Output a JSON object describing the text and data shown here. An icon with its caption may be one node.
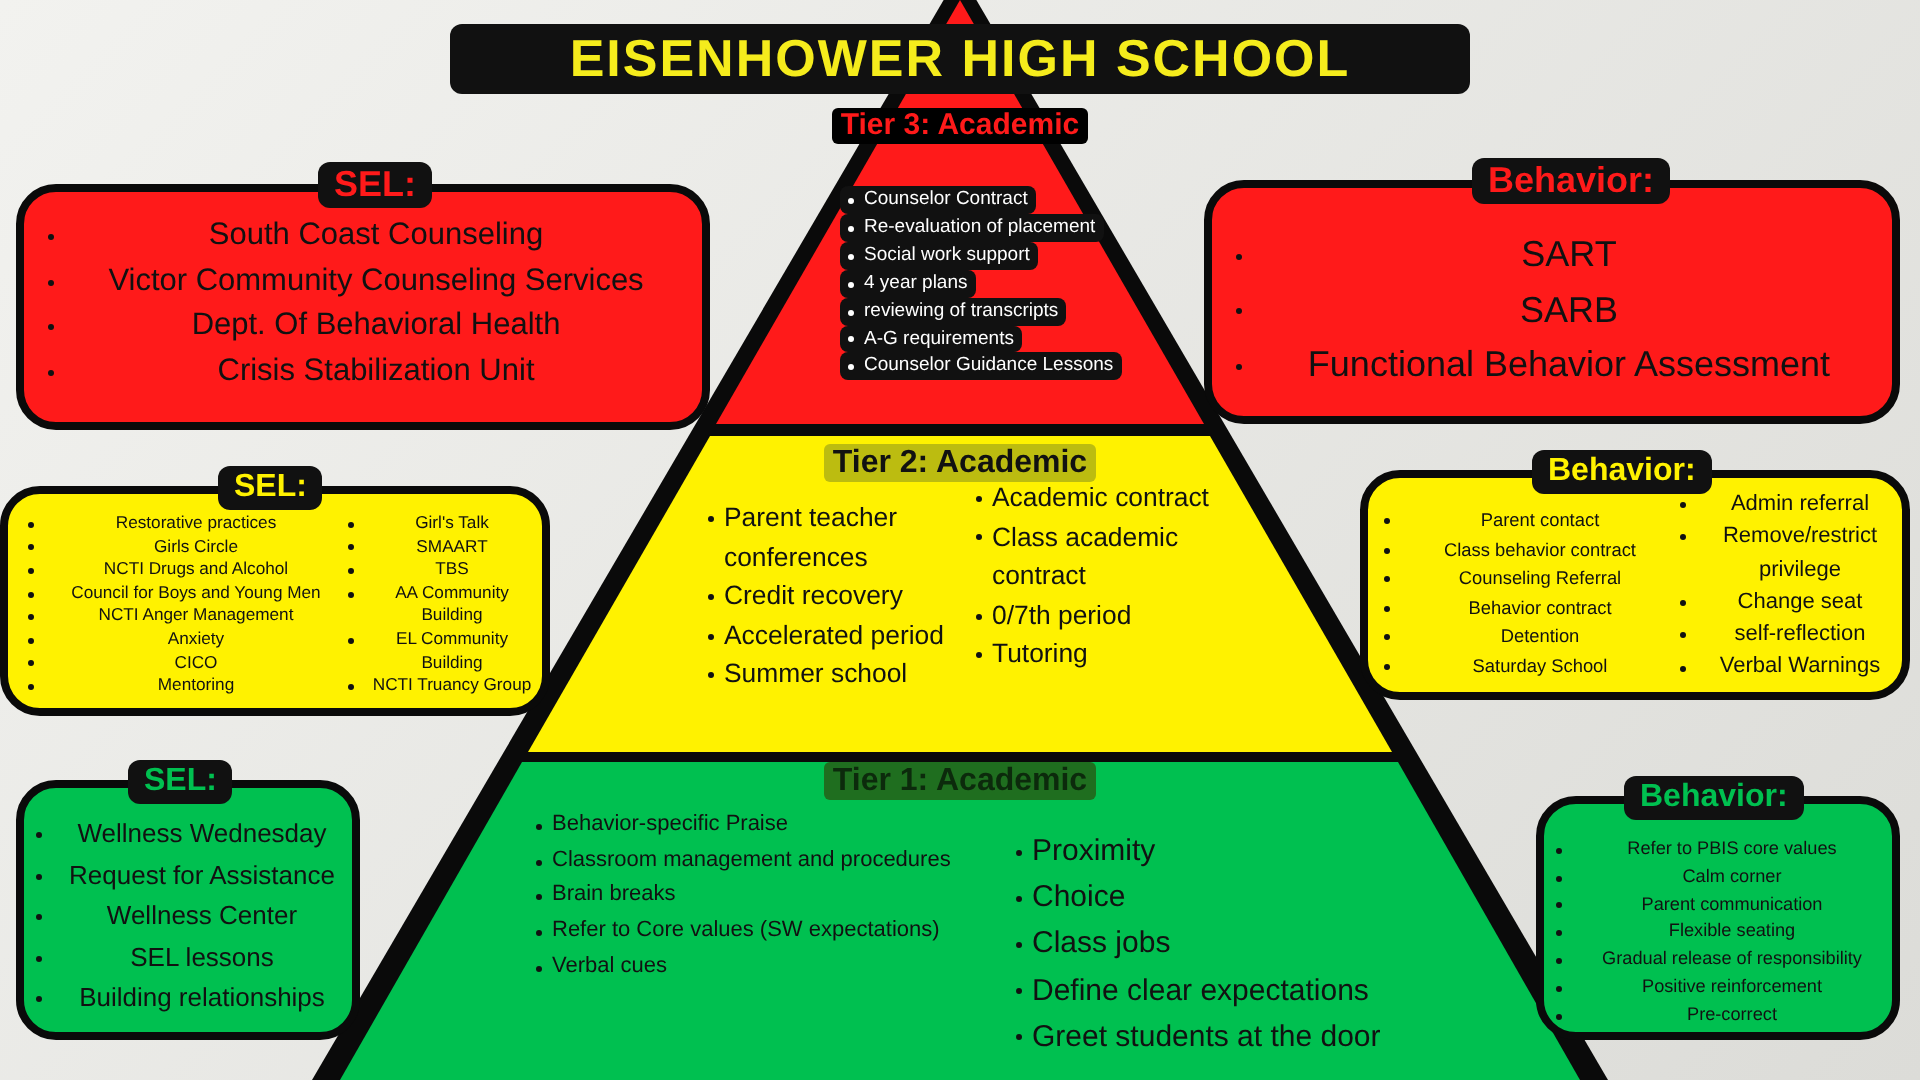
{
  "diagram": {
    "title": "EISENHOWER HIGH SCHOOL",
    "nodes": [
      {
        "text": [
          "SEL:",
          "South Coast Counseling",
          "Victor Community Counseling Services",
          "Dept. Of Behavioral Health",
          "Crisis Stabilization Unit"
        ]
      },
      {
        "text": [
          "Tier 3: Academic",
          "Counselor Contract",
          "Re-evaluation of placement",
          "Social work support",
          "4 year plans",
          "reviewing of transcripts",
          "A-G requirements",
          "Counselor Guidance Lessons"
        ]
      },
      {
        "text": [
          "Behavior:",
          "SART",
          "SARB",
          "Functional Behavior Assessment"
        ]
      },
      {
        "text": [
          "SEL:",
          "Restorative practices",
          "Girls Circle",
          "NCTI Drugs and Alcohol",
          "Council for Boys and Young Men",
          "NCTI Anger Management",
          "Anxiety",
          "CICO",
          "Mentoring",
          "Girl's Talk",
          "SMAART",
          "TBS",
          "AA Community Building",
          "EL Community Building",
          "NCTI Truancy Group"
        ]
      },
      {
        "text": [
          "Tier 2: Academic",
          "Parent teacher conferences",
          "Credit recovery",
          "Accelerated period",
          "Summer school",
          "Academic contract",
          "Class academic contract",
          "0/7th period",
          "Tutoring"
        ]
      },
      {
        "text": [
          "Behavior:",
          "Parent contact",
          "Class behavior contract",
          "Counseling Referral",
          "Behavior contract",
          "Detention",
          "Saturday School",
          "Admin referral",
          "Remove/restrict privilege",
          "Change seat",
          "self-reflection",
          "Verbal Warnings"
        ]
      },
      {
        "text": [
          "SEL:",
          "Wellness Wednesday",
          "Request for Assistance",
          "Wellness Center",
          "SEL lessons",
          "Building relationships"
        ]
      },
      {
        "text": [
          "Tier 1: Academic",
          "Behavior-specific Praise",
          "Classroom management and procedures",
          "Brain breaks",
          "Refer to Core values (SW expectations)",
          "Verbal cues",
          "Proximity",
          "Choice",
          "Class jobs",
          "Define clear expectations",
          "Greet students at the door"
        ]
      },
      {
        "text": [
          "Behavior:",
          "Refer to PBIS core values",
          "Calm corner",
          "Parent communication",
          "Flexible seating",
          "Gradual release of responsibility",
          "Positive reinforcement",
          "Pre-correct"
        ]
      }
    ]
  }
}
